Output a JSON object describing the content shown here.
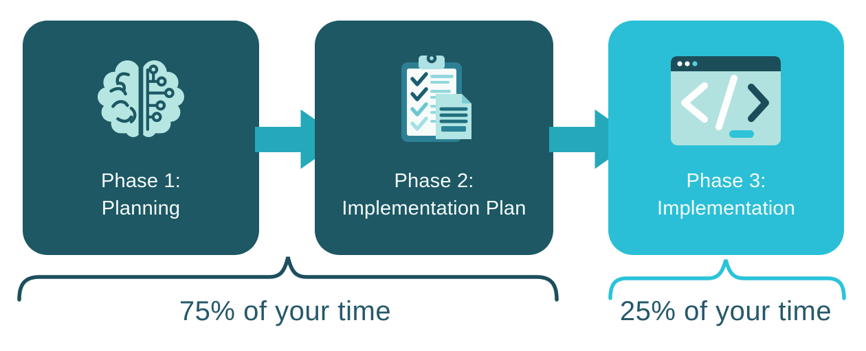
{
  "phases": [
    {
      "line1": "Phase 1:",
      "line2": "Planning",
      "icon": "brain-circuit-icon"
    },
    {
      "line1": "Phase 2:",
      "line2": "Implementation Plan",
      "icon": "clipboard-checklist-icon"
    },
    {
      "line1": "Phase 3:",
      "line2": "Implementation",
      "icon": "code-window-icon"
    }
  ],
  "brackets": [
    {
      "label": "75% of your time",
      "spans": "Phase 1 and Phase 2"
    },
    {
      "label": "25% of your time",
      "spans": "Phase 3"
    }
  ],
  "colors": {
    "dark_box": "#1d5864",
    "cyan_box": "#2abfd6",
    "arrow": "#25a9ba",
    "bracket_left": "#1d4f5e",
    "bracket_right": "#2ac4da",
    "time_label_text": "#26586a",
    "phase_label_text": "#f4fafa",
    "icon_light": "#b5e6e2"
  }
}
